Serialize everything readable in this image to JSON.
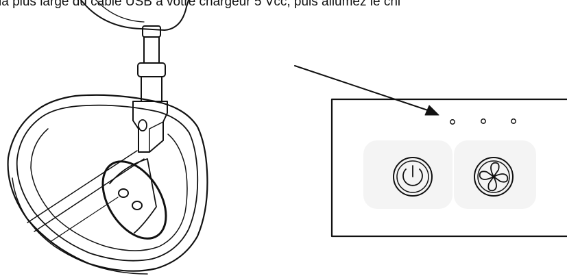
{
  "caption": {
    "text": "la plus large du câble USB à votre chargeur 5 Vcc, puis allumez le chi"
  },
  "figure": {
    "left_illustration": "wand-tip-in-bowl",
    "right_illustration": "control-panel",
    "indicator_count": 3,
    "icons": [
      "power-icon",
      "fan-icon"
    ],
    "line_color": "#111111",
    "button_background": "#f4f4f4"
  }
}
